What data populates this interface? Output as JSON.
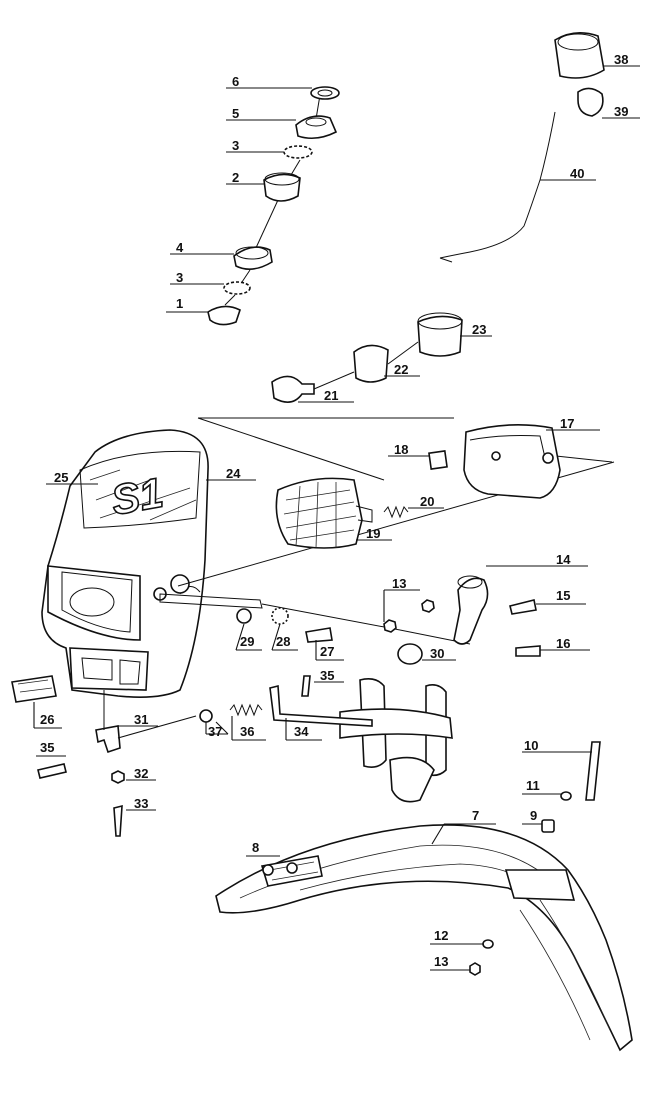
{
  "diagram": {
    "logo_text": "S1",
    "callouts": [
      "1",
      "2",
      "3",
      "3",
      "4",
      "5",
      "6",
      "7",
      "8",
      "9",
      "10",
      "11",
      "12",
      "13",
      "13",
      "14",
      "15",
      "16",
      "17",
      "18",
      "19",
      "20",
      "21",
      "22",
      "23",
      "24",
      "25",
      "26",
      "27",
      "28",
      "29",
      "30",
      "31",
      "32",
      "33",
      "34",
      "35",
      "35",
      "36",
      "37",
      "38",
      "39",
      "40"
    ]
  }
}
